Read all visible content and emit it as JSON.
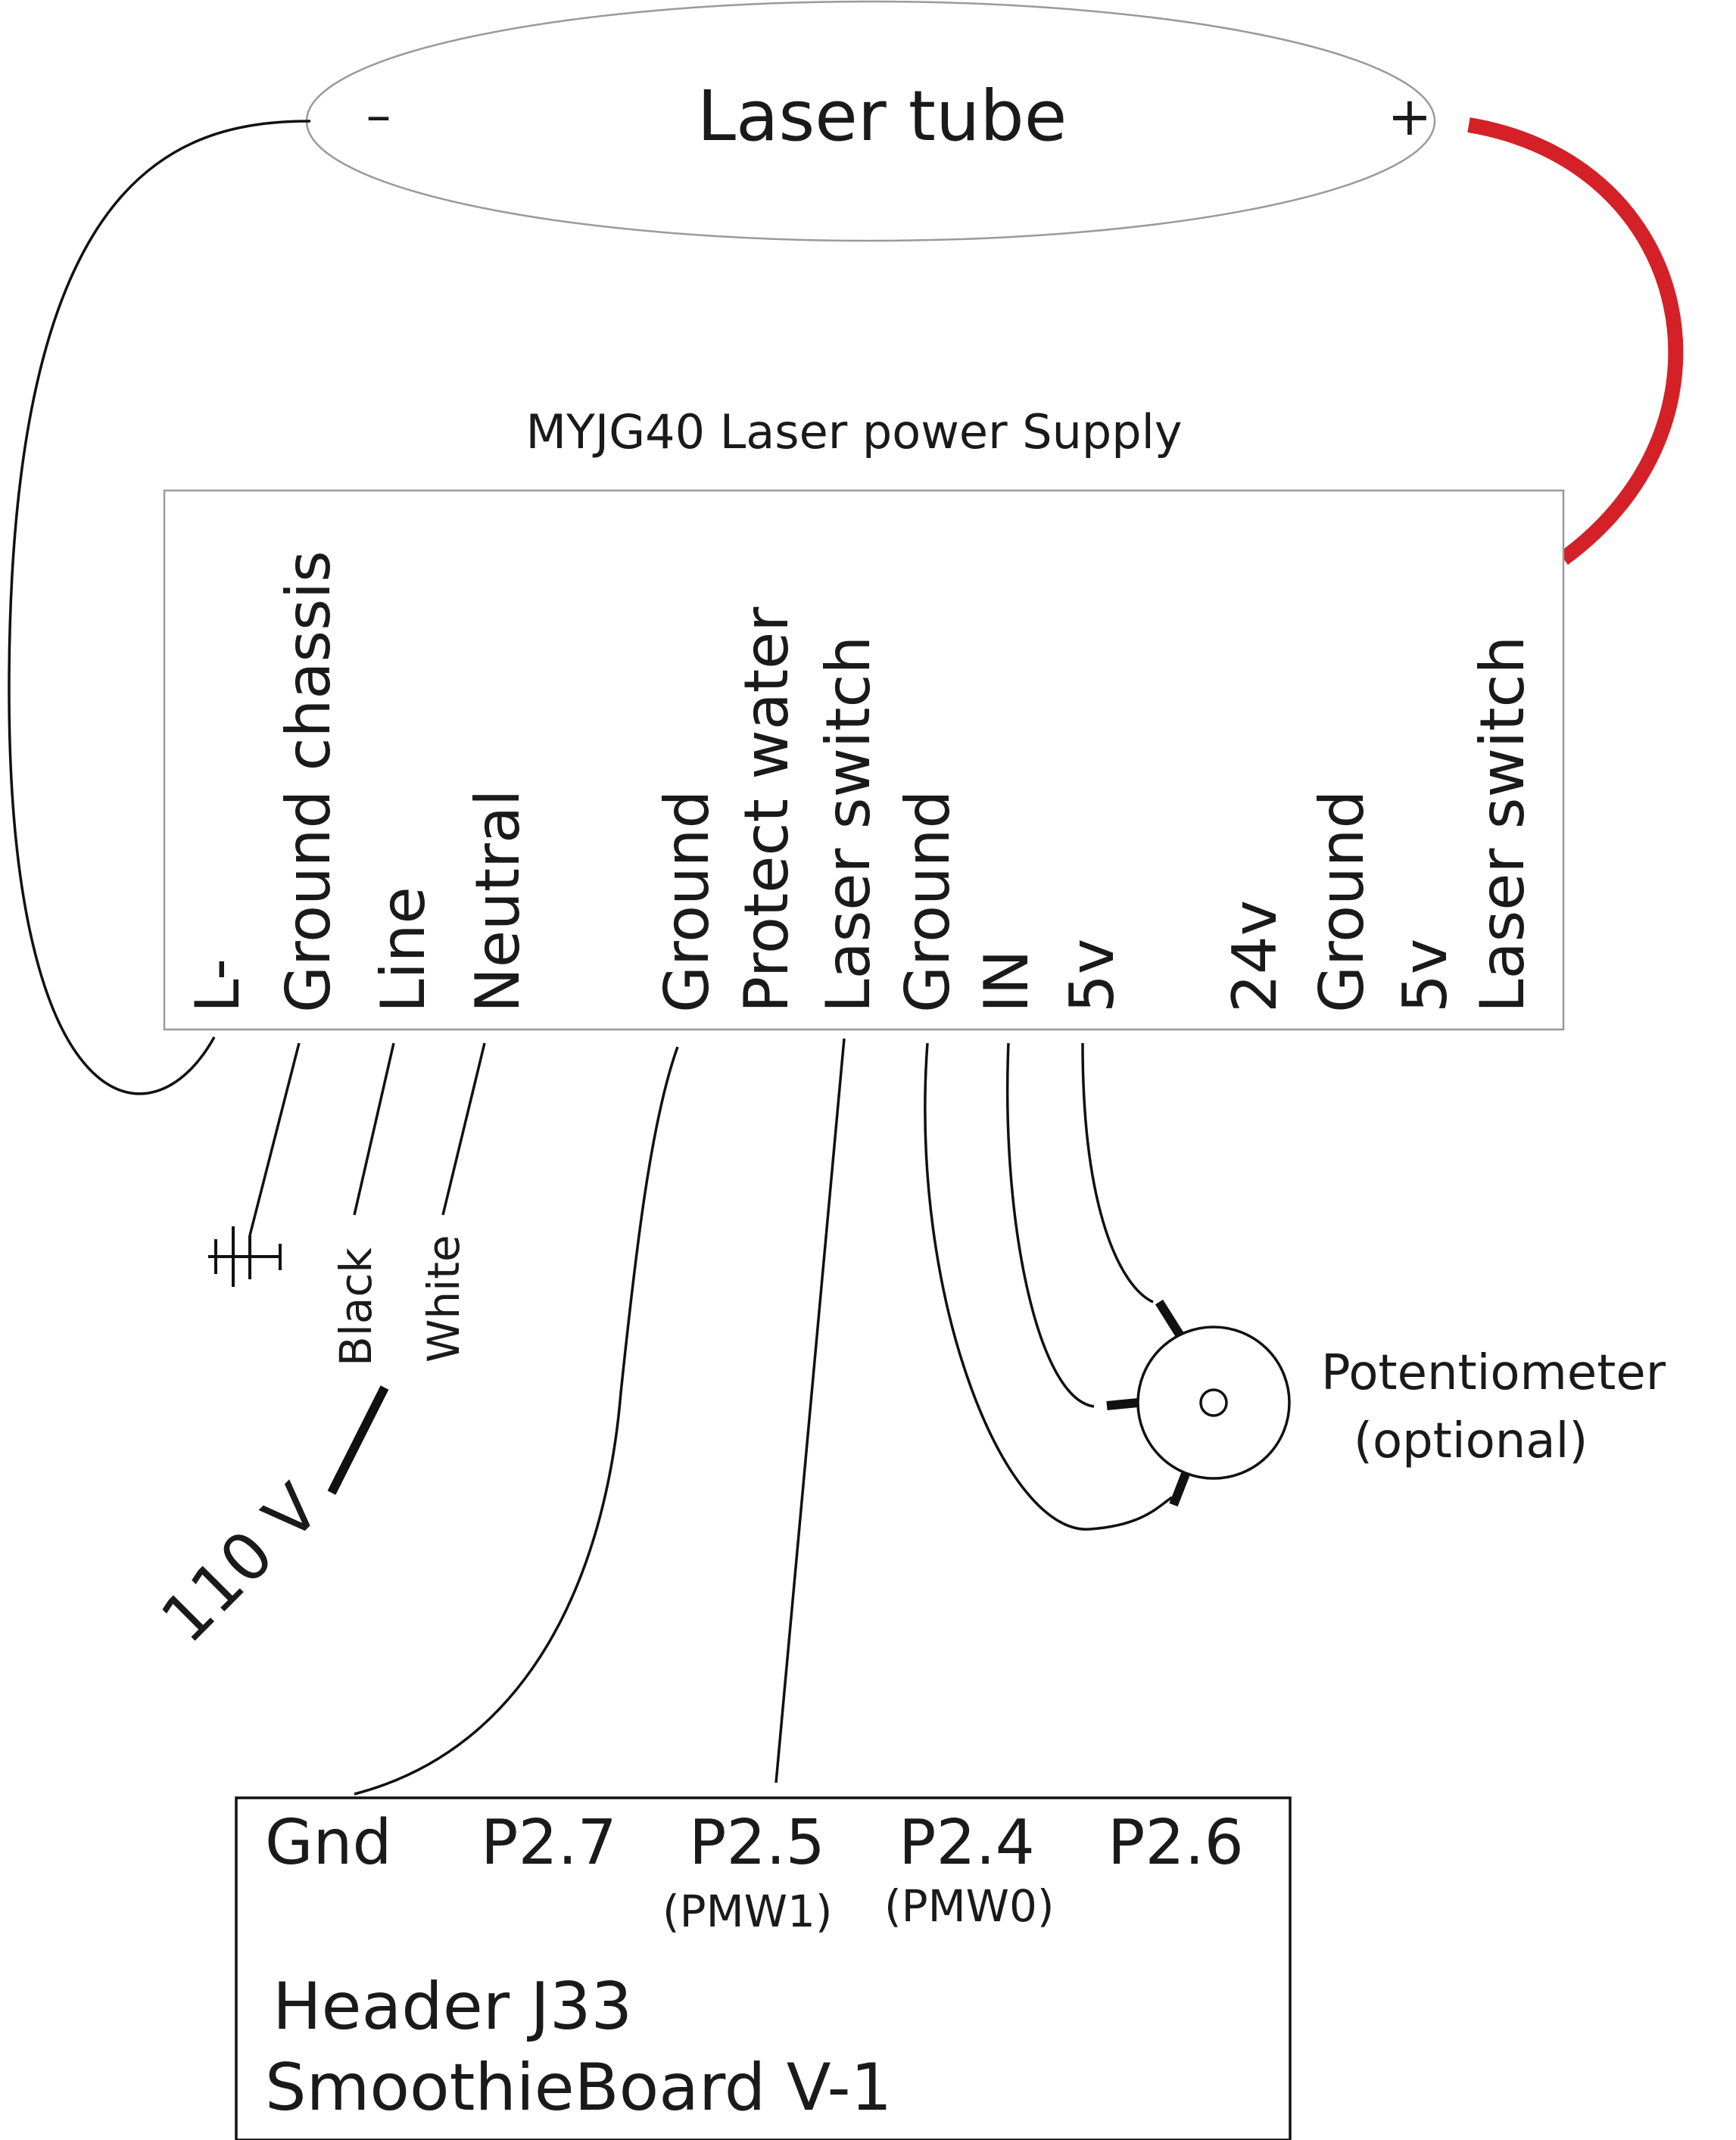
{
  "laser_tube": {
    "label": "Laser tube",
    "minus": "–",
    "plus": "+"
  },
  "power_supply": {
    "title": "MYJG40 Laser power Supply",
    "terminals": [
      "L-",
      "Ground chassis",
      "Line",
      "Neutral",
      "Ground",
      "Protect water",
      "Laser switch",
      "Ground",
      "IN",
      "5v",
      "24v",
      "Ground",
      "5v",
      "Laser switch"
    ]
  },
  "mains": {
    "black": "Black",
    "white": "White",
    "voltage": "110 V"
  },
  "ground_symbol": "-||",
  "potentiometer": {
    "label": "Potentiometer",
    "note": "(optional)"
  },
  "header": {
    "pins": [
      "Gnd",
      "P2.7",
      "P2.5",
      "P2.4",
      "P2.6"
    ],
    "sub_p25": "(PMW1)",
    "sub_p24": "(PMW0)",
    "name": "Header J33",
    "board": "SmoothieBoard V-1"
  },
  "colors": {
    "hv_wire": "#d42027",
    "line": "#111111",
    "psu_border": "#9a9a9a"
  }
}
